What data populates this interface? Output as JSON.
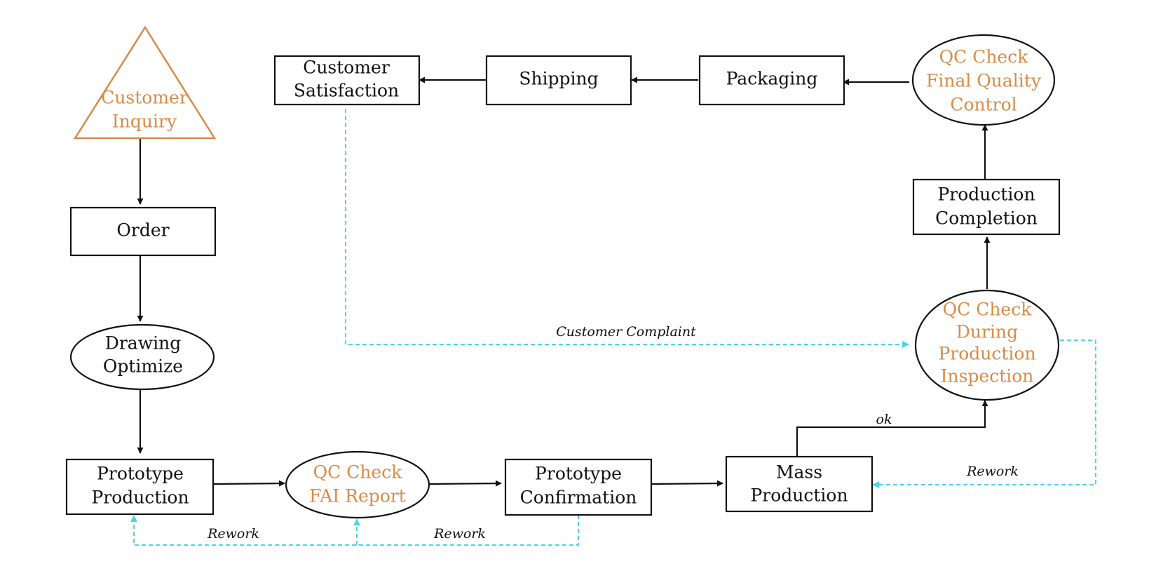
{
  "nodes": {
    "customer_inquiry": [
      "Customer",
      "Inquiry"
    ],
    "order": [
      "Order"
    ],
    "drawing_optimize": [
      "Drawing",
      "Optimize"
    ],
    "prototype_production": [
      "Prototype",
      "Production"
    ],
    "qc_fai": [
      "QC Check",
      "FAI Report"
    ],
    "prototype_confirmation": [
      "Prototype",
      "Confirmation"
    ],
    "mass_production": [
      "Mass",
      "Production"
    ],
    "qc_during": [
      "QC Check",
      "During",
      "Production",
      "Inspection"
    ],
    "production_completion": [
      "Production",
      "Completion"
    ],
    "qc_final": [
      "QC Check",
      "Final Quality",
      "Control"
    ],
    "packaging": [
      "Packaging"
    ],
    "shipping": [
      "Shipping"
    ],
    "customer_satisfaction": [
      "Customer",
      "Satisfaction"
    ]
  },
  "edge_labels": {
    "customer_complaint": "Customer Complaint",
    "ok": "ok",
    "rework_mass": "Rework",
    "rework_left": "Rework",
    "rework_right": "Rework"
  },
  "colors": {
    "qc_text": "#d98a45",
    "inquiry_outline": "#d98a45",
    "feedback_line": "#4fd3e8",
    "flow_line": "#111111"
  }
}
